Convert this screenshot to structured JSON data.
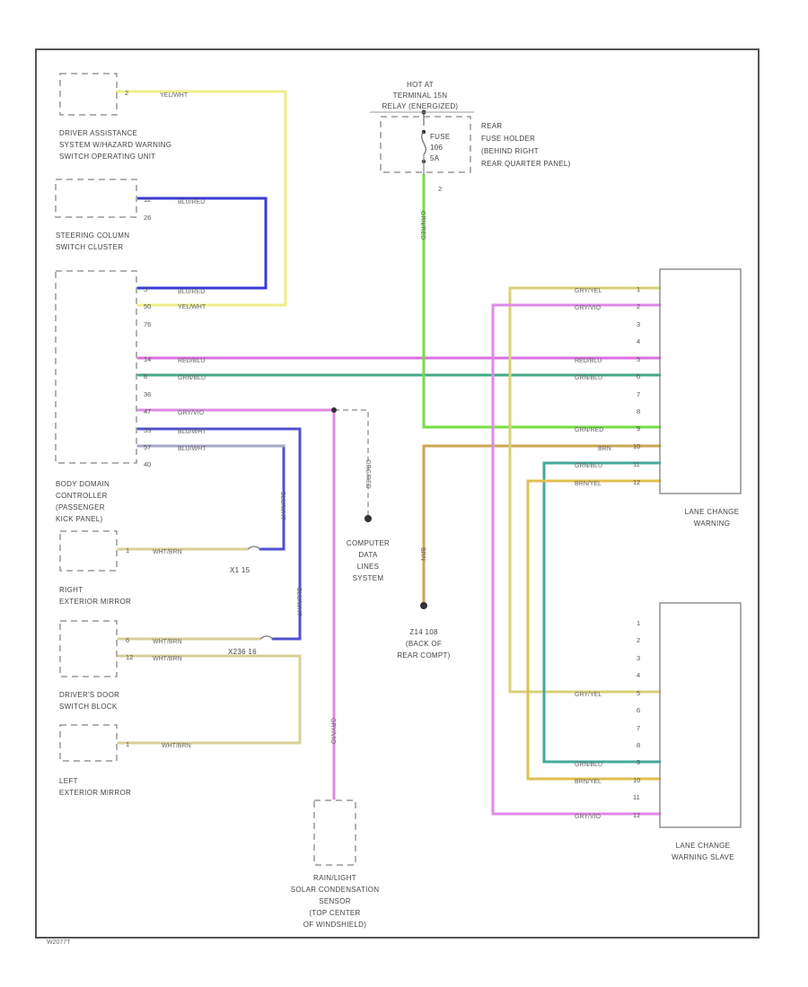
{
  "components": {
    "driver_assist": [
      "DRIVER ASSISTANCE",
      "SYSTEM W/HAZARD WARNING",
      "SWITCH OPERATING UNIT"
    ],
    "steering_column": [
      "STEERING COLUMN",
      "SWITCH CLUSTER"
    ],
    "bdc": [
      "BODY DOMAIN",
      "CONTROLLER",
      "(PASSENGER",
      "KICK PANEL)"
    ],
    "right_mirror": [
      "RIGHT",
      "EXTERIOR MIRROR"
    ],
    "drivers_door": [
      "DRIVER'S DOOR",
      "SWITCH BLOCK"
    ],
    "left_mirror": [
      "LEFT",
      "EXTERIOR MIRROR"
    ],
    "hot_at": [
      "HOT AT",
      "TERMINAL 15N",
      "RELAY (ENERGIZED)"
    ],
    "rear_fuse": [
      "REAR",
      "FUSE HOLDER",
      "(BEHIND RIGHT",
      "REAR QUARTER PANEL)"
    ],
    "fuse": [
      "FUSE",
      "106",
      "5A"
    ],
    "computer_data": [
      "COMPUTER",
      "DATA",
      "LINES",
      "SYSTEM"
    ],
    "ground": [
      "Z14 108",
      "(BACK OF",
      "REAR COMPT)"
    ],
    "lane_change": [
      "LANE CHANGE",
      "WARNING"
    ],
    "lane_change_slave": [
      "LANE CHANGE",
      "WARNING SLAVE"
    ],
    "rain_sensor": [
      "RAIN/LIGHT",
      "SOLAR CONDENSATION",
      "SENSOR",
      "(TOP CENTER",
      "OF WINDSHIELD)"
    ]
  },
  "splices": {
    "x15": "X1 15",
    "x236": "X236 16"
  },
  "wire_labels": {
    "yel_wht": "YEL/WHT",
    "blu_red": "BLU/RED",
    "red_blu": "RED/BLU",
    "grn_blu": "GRN/BLU",
    "gry_yel": "GRY/YEL",
    "gry_vio": "GRY/VIO",
    "wht_brn": "WHT/BRN",
    "brn": "BRN",
    "brn_yel": "BRN/YEL",
    "org_red": "ORG/RED",
    "grn_red": "GRN/RED",
    "blu_wht": "BLU/WHT"
  },
  "pins": {
    "da": "2",
    "sc_top": "11",
    "sc_bot": "26",
    "bdc": [
      "5",
      "50",
      "76",
      "14",
      "8",
      "36",
      "47",
      "53",
      "57",
      "40"
    ],
    "fuse_out": "2",
    "rm": [
      "1"
    ],
    "dd": [
      "6",
      "12"
    ],
    "lm": [
      "1"
    ],
    "lcw": [
      "1",
      "2",
      "3",
      "4",
      "5",
      "6",
      "7",
      "8",
      "9",
      "10",
      "11",
      "12"
    ],
    "lcs": [
      "1",
      "2",
      "3",
      "4",
      "5",
      "6",
      "7",
      "8",
      "9",
      "10",
      "11",
      "12"
    ]
  },
  "colors": {
    "yellow": "#f2f28a",
    "blue": "#3b3bd6",
    "magenta": "#e08ae8",
    "green": "#55bb88",
    "lime": "#7be24a",
    "tan": "#d9c691",
    "olive": "#d8d08a",
    "orange_brown": "#c8a24a"
  },
  "footer_code": "W2077T"
}
